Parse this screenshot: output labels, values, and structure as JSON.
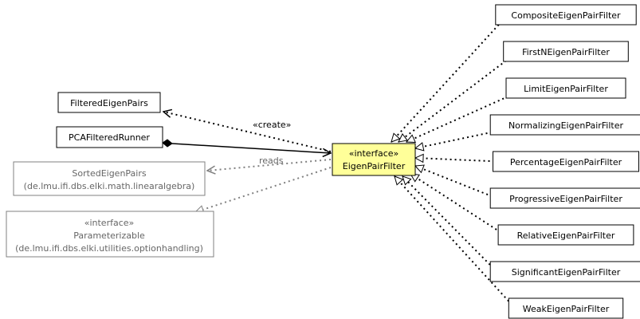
{
  "center": {
    "stereotype": "«interface»",
    "name": "EigenPairFilter",
    "fill": "#ffff99",
    "border": "#000000"
  },
  "left_nodes": {
    "filtered_eigen_pairs": {
      "name": "FilteredEigenPairs"
    },
    "pca_filtered_runner": {
      "name": "PCAFilteredRunner"
    },
    "sorted_eigen_pairs": {
      "name": "SortedEigenPairs",
      "package": "(de.lmu.ifi.dbs.elki.math.linearalgebra)"
    },
    "parameterizable": {
      "stereotype": "«interface»",
      "name": "Parameterizable",
      "package": "(de.lmu.ifi.dbs.elki.utilities.optionhandling)"
    }
  },
  "edge_labels": {
    "create": "«create»",
    "reads": "reads"
  },
  "implementations": [
    "CompositeEigenPairFilter",
    "FirstNEigenPairFilter",
    "LimitEigenPairFilter",
    "NormalizingEigenPairFilter",
    "PercentageEigenPairFilter",
    "ProgressiveEigenPairFilter",
    "RelativeEigenPairFilter",
    "SignificantEigenPairFilter",
    "WeakEigenPairFilter"
  ],
  "colors": {
    "external_border": "#808080",
    "external_text": "#666666",
    "text": "#000000"
  }
}
